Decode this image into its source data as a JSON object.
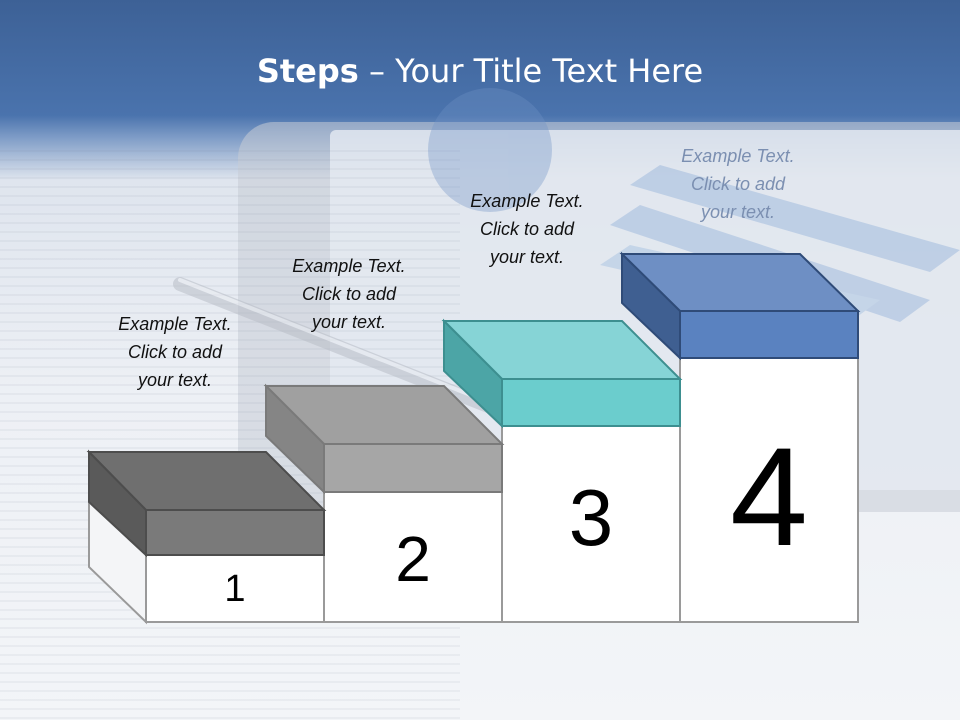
{
  "title": {
    "bold": "Steps",
    "rest": " – Your Title Text Here"
  },
  "steps": [
    {
      "number": "1",
      "line1": "Example Text.",
      "line2": "Click  to add",
      "line3": "your text."
    },
    {
      "number": "2",
      "line1": "Example Text.",
      "line2": "Click  to add",
      "line3": "your text."
    },
    {
      "number": "3",
      "line1": "Example Text.",
      "line2": "Click  to add",
      "line3": "your text."
    },
    {
      "number": "4",
      "line1": "Example Text.",
      "line2": "Click  to add",
      "line3": "your text."
    }
  ],
  "colors": {
    "step1_top": "#6f6f6f",
    "step1_front": "#7a7a7a",
    "step1_side": "#5a5a5a",
    "step2_top": "#a0a0a0",
    "step2_front": "#a6a6a6",
    "step2_side": "#858585",
    "step3_top": "#86d4d6",
    "step3_front": "#6bcdcd",
    "step3_side": "#4ca5a6",
    "step4_top": "#6e8fc4",
    "step4_front": "#5a82c0",
    "step4_side": "#3f5f91"
  }
}
